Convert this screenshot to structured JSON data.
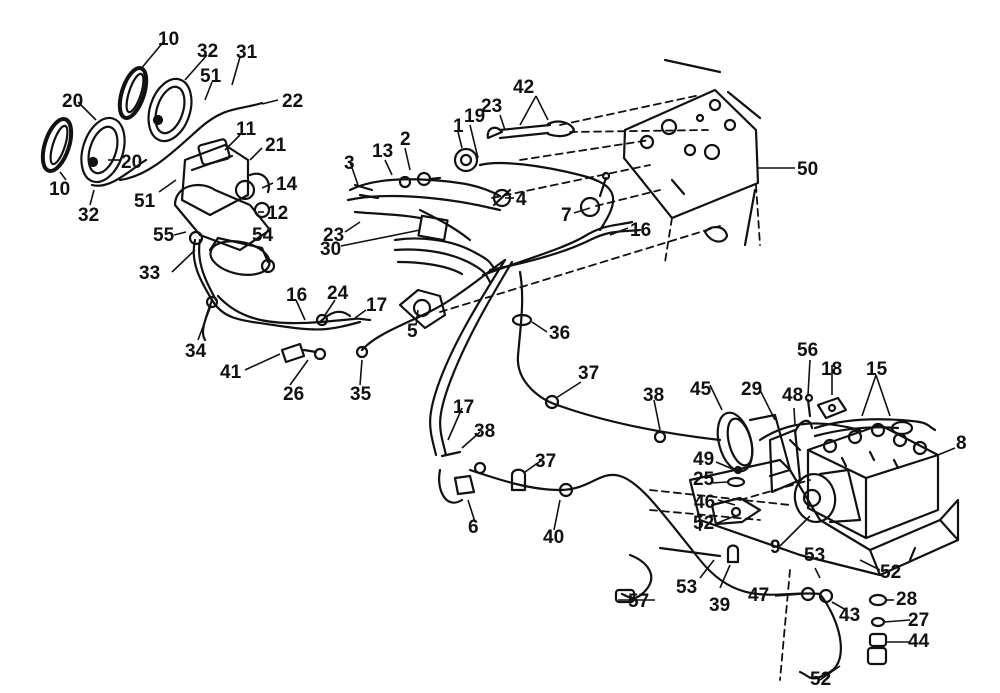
{
  "diagram": {
    "colors": {
      "ink": "#111111",
      "paper": "#ffffff"
    },
    "callouts": [
      {
        "id": "c10a",
        "label": "10"
      },
      {
        "id": "c32a",
        "label": "32"
      },
      {
        "id": "c31",
        "label": "31"
      },
      {
        "id": "c20a",
        "label": "20"
      },
      {
        "id": "c51a",
        "label": "51"
      },
      {
        "id": "c22",
        "label": "22"
      },
      {
        "id": "c20b",
        "label": "20"
      },
      {
        "id": "c11",
        "label": "11"
      },
      {
        "id": "c21",
        "label": "21"
      },
      {
        "id": "c14",
        "label": "14"
      },
      {
        "id": "c12",
        "label": "12"
      },
      {
        "id": "c51b",
        "label": "51"
      },
      {
        "id": "c10b",
        "label": "10"
      },
      {
        "id": "c32b",
        "label": "32"
      },
      {
        "id": "c55",
        "label": "55"
      },
      {
        "id": "c54",
        "label": "54"
      },
      {
        "id": "c33",
        "label": "33"
      },
      {
        "id": "c42",
        "label": "42"
      },
      {
        "id": "c23a",
        "label": "23"
      },
      {
        "id": "c1",
        "label": "1"
      },
      {
        "id": "c19",
        "label": "19"
      },
      {
        "id": "c2",
        "label": "2"
      },
      {
        "id": "c13",
        "label": "13"
      },
      {
        "id": "c3",
        "label": "3"
      },
      {
        "id": "c4",
        "label": "4"
      },
      {
        "id": "c7",
        "label": "7"
      },
      {
        "id": "c50",
        "label": "50"
      },
      {
        "id": "c23b",
        "label": "23"
      },
      {
        "id": "c30",
        "label": "30"
      },
      {
        "id": "c16a",
        "label": "16"
      },
      {
        "id": "c16b",
        "label": "16"
      },
      {
        "id": "c24",
        "label": "24"
      },
      {
        "id": "c17a",
        "label": "17"
      },
      {
        "id": "c5",
        "label": "5"
      },
      {
        "id": "c36",
        "label": "36"
      },
      {
        "id": "c34",
        "label": "34"
      },
      {
        "id": "c41",
        "label": "41"
      },
      {
        "id": "c26",
        "label": "26"
      },
      {
        "id": "c35",
        "label": "35"
      },
      {
        "id": "c37a",
        "label": "37"
      },
      {
        "id": "c56",
        "label": "56"
      },
      {
        "id": "c18",
        "label": "18"
      },
      {
        "id": "c15",
        "label": "15"
      },
      {
        "id": "c45",
        "label": "45"
      },
      {
        "id": "c29",
        "label": "29"
      },
      {
        "id": "c48",
        "label": "48"
      },
      {
        "id": "c38a",
        "label": "38"
      },
      {
        "id": "c17b",
        "label": "17"
      },
      {
        "id": "c38b",
        "label": "38"
      },
      {
        "id": "c8",
        "label": "8"
      },
      {
        "id": "c37b",
        "label": "37"
      },
      {
        "id": "c49",
        "label": "49"
      },
      {
        "id": "c25",
        "label": "25"
      },
      {
        "id": "c46",
        "label": "46"
      },
      {
        "id": "c52a",
        "label": "52"
      },
      {
        "id": "c9",
        "label": "9"
      },
      {
        "id": "c6",
        "label": "6"
      },
      {
        "id": "c40",
        "label": "40"
      },
      {
        "id": "c53a",
        "label": "53"
      },
      {
        "id": "c52b",
        "label": "52"
      },
      {
        "id": "c57",
        "label": "57"
      },
      {
        "id": "c53b",
        "label": "53"
      },
      {
        "id": "c39",
        "label": "39"
      },
      {
        "id": "c47",
        "label": "47"
      },
      {
        "id": "c43",
        "label": "43"
      },
      {
        "id": "c28",
        "label": "28"
      },
      {
        "id": "c27",
        "label": "27"
      },
      {
        "id": "c44",
        "label": "44"
      },
      {
        "id": "c52c",
        "label": "52"
      }
    ]
  }
}
